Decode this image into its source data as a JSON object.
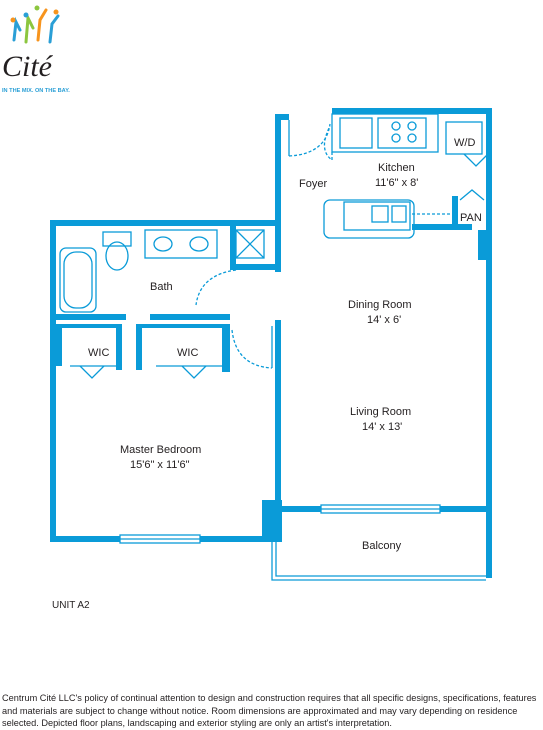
{
  "brand": {
    "logo_text": "Cité",
    "tagline": "IN THE MIX. ON THE BAY."
  },
  "rooms": {
    "foyer": "Foyer",
    "kitchen": "Kitchen",
    "kitchen_dim": "11'6\" x 8'",
    "wd": "W/D",
    "pan": "PAN",
    "bath": "Bath",
    "wic1": "WIC",
    "wic2": "WIC",
    "dining": "Dining Room",
    "dining_dim": "14' x 6'",
    "living": "Living Room",
    "living_dim": "14' x 13'",
    "master": "Master Bedroom",
    "master_dim": "15'6\" x 11'6\"",
    "balcony": "Balcony"
  },
  "unit_label": "UNIT A2",
  "disclaimer": "Centrum Cité LLC's policy of continual attention to design and construction requires that all specific designs, specifications, features and materials are subject to change without notice. Room dimensions are approximated and may vary depending on residence selected. Depicted floor plans, landscaping and exterior styling are only an artist's interpretation.",
  "colors": {
    "wall": "#0a9bd8",
    "logo_green": "#8cc63f",
    "logo_orange": "#f7941d",
    "logo_blue": "#2a9fd6",
    "text": "#231f20"
  }
}
